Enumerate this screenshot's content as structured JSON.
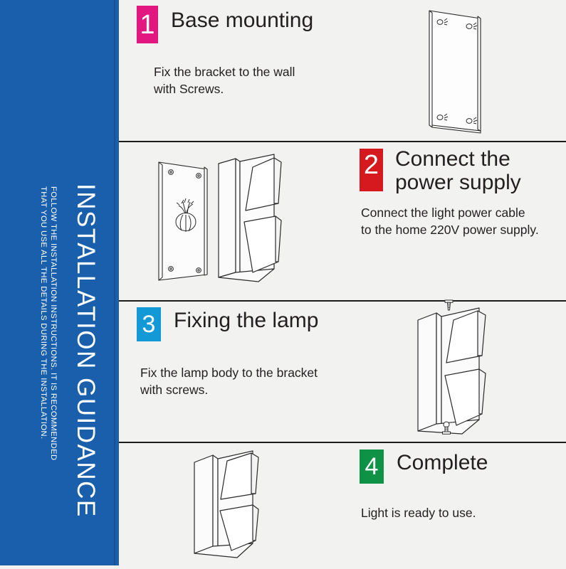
{
  "sidebar": {
    "title": "INSTALLATION GUIDANCE",
    "subtitle_line1": "FOLLOW THE INSTALLATION INSTRUCTIONS. IT IS RECOMMENDED",
    "subtitle_line2": "THAT YOU USE ALL THE DETAILS  DURING THE INSTALLATION.",
    "background_color": "#1a5fab",
    "text_color": "#ffffff"
  },
  "steps": [
    {
      "number": "1",
      "badge_color": "#e2177f",
      "title": "Base mounting",
      "body": "Fix the bracket to the wall\nwith Screws.",
      "illustration": "wall-bracket-plate-with-four-screw-holes"
    },
    {
      "number": "2",
      "badge_color": "#d5191e",
      "title": "Connect the\npower supply",
      "body": "Connect the light power cable\nto the home 220V power supply.",
      "illustration": "bracket-with-wires-and-lamp-body"
    },
    {
      "number": "3",
      "badge_color": "#139ad6",
      "title": "Fixing the lamp",
      "body": "Fix the lamp body to the bracket\nwith screws.",
      "illustration": "lamp-fixed-to-bracket-with-screws"
    },
    {
      "number": "4",
      "badge_color": "#0e9246",
      "title": "Complete",
      "body": "Light is ready to use.",
      "illustration": "completed-wall-lamp"
    }
  ],
  "theme": {
    "page_background": "#f2f2f1",
    "divider_color": "#1d1d1b",
    "text_color": "#231f20"
  }
}
